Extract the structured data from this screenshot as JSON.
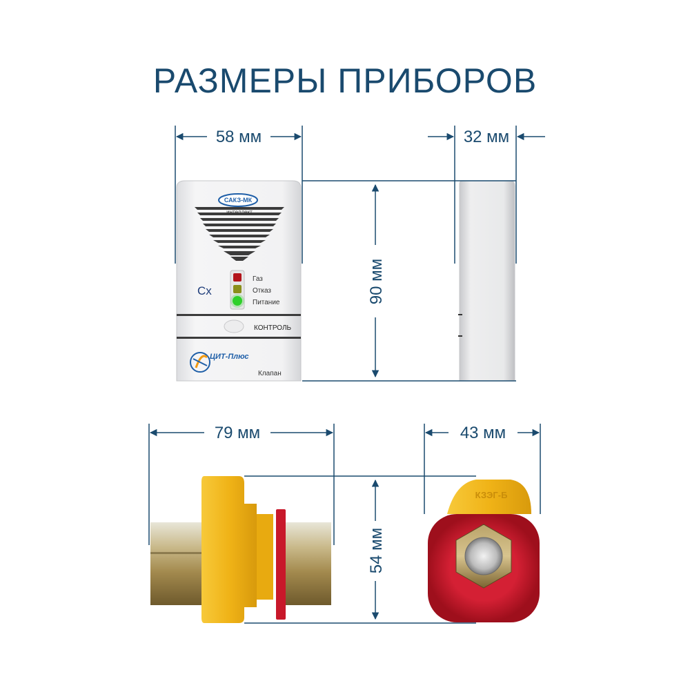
{
  "title": "РАЗМЕРЫ ПРИБОРОВ",
  "dimensions": {
    "detector_width": "58 мм",
    "detector_depth": "32 мм",
    "detector_height": "90 мм",
    "valve_length": "79 мм",
    "valve_width": "43 мм",
    "valve_height": "54 мм"
  },
  "detector": {
    "brand": "САКЗ-МК",
    "brand_sub": "интеллект",
    "gas_symbol": "Cx",
    "indicators": [
      {
        "label": "Газ",
        "color": "#b3141a"
      },
      {
        "label": "Отказ",
        "color": "#8a8f1a"
      },
      {
        "label": "Питание",
        "color": "#2fd12a"
      }
    ],
    "control_label": "КОНТРОЛЬ",
    "company": "ЦИТ-Плюс",
    "valve_label": "Клапан"
  },
  "valve": {
    "cap_text": "КЗЭГ-Б"
  },
  "colors": {
    "dimension": "#1a4a6e",
    "valve_body": "#f2b81c",
    "valve_ring": "#c8182a"
  }
}
